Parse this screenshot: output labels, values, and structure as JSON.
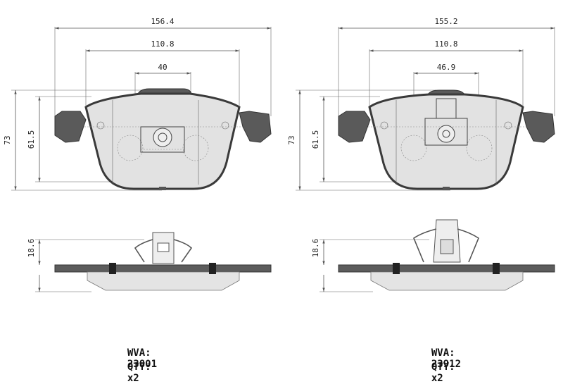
{
  "left": {
    "dims": {
      "width_total": "156.4",
      "width_inner": "110.8",
      "center_gap": "40",
      "height_total": "73",
      "height_friction": "61.5",
      "thickness": "18.6"
    },
    "wva_label": "WVA:",
    "wva_value": "23801",
    "qty_label": "QTY:",
    "qty_value": "x2"
  },
  "right": {
    "dims": {
      "width_total": "155.2",
      "width_inner": "110.8",
      "center_gap": "46.9",
      "height_total": "73",
      "height_friction": "61.5",
      "thickness": "18.6"
    },
    "wva_label": "WVA:",
    "wva_value": "23912",
    "qty_label": "QTY:",
    "qty_value": "x2"
  },
  "colors": {
    "backing_plate": "#5c5c5c",
    "friction": "#e2e2e2",
    "outline": "#3a3a3a"
  }
}
